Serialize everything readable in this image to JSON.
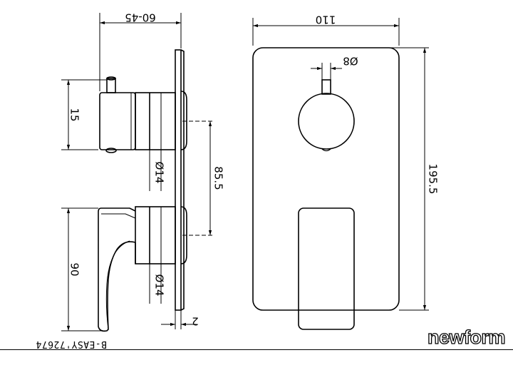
{
  "drawing": {
    "dimensions": {
      "side_depth": "60-45",
      "front_width": "110",
      "front_height": "195.5",
      "knob_diameter_top": "Ø14",
      "knob_diameter_bottom": "Ø14",
      "knob_spacing": "85.5",
      "pin_length": "15",
      "lever_height": "90",
      "plate_thickness": "2",
      "pin_diameter": "Ø8"
    }
  },
  "footer": {
    "product_code": "B-EASY'72674",
    "brand": "newform"
  }
}
